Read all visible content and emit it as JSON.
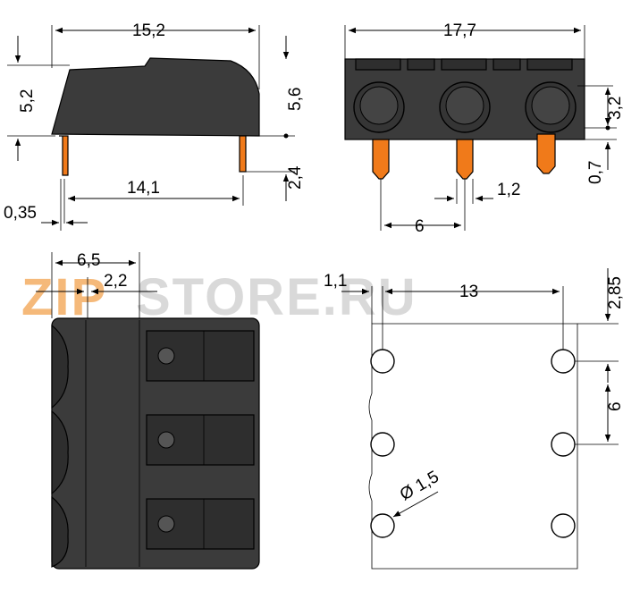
{
  "watermark": {
    "text_zip": "ZIP",
    "text_store": "STORE.RU",
    "color_zip": "#f5b97a",
    "color_store": "#d9d9d9"
  },
  "side_view": {
    "dim_total_width": "15,2",
    "dim_height_left": "5,2",
    "dim_height_right": "5,6",
    "dim_pin_length": "2,4",
    "dim_pin_span": "14,1",
    "dim_pin_offset": "0,35"
  },
  "front_view": {
    "dim_total_width": "17,7",
    "dim_hole_height": "3,2",
    "dim_pin_offset": "0,7",
    "dim_pin_width": "1,2",
    "dim_pitch": "6"
  },
  "top_view": {
    "dim_depth": "6,5",
    "dim_button": "2,2"
  },
  "footprint": {
    "dim_edge_offset": "1,1",
    "dim_row_span": "13",
    "dim_top_offset": "2,85",
    "dim_pitch": "6",
    "dim_hole_diameter": "Ø 1,5"
  },
  "colors": {
    "housing": "#3b3b3b",
    "pin": "#f07a1a"
  }
}
